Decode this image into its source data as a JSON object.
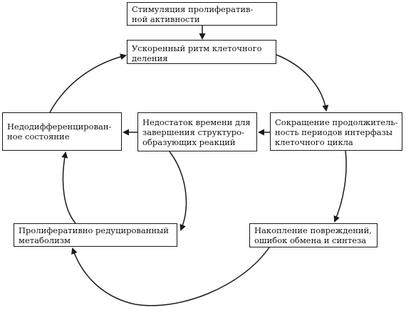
{
  "boxes": {
    "stimulation": {
      "line1": "Стимуляция пролифератив-",
      "line2": "ной активности"
    },
    "accelerated_rhythm": {
      "line1": "Ускоренный ритм клеточного",
      "line2": "деления"
    },
    "undifferentiated": {
      "line1": "Недодифференцирован-",
      "line2": "ное состояние"
    },
    "time_shortage": {
      "line1": "Недостаток времени для",
      "line2": "завершения структуро-",
      "line3": "образующих реакций"
    },
    "interphase_shortening": {
      "line1": "Сокращение продолжитель-",
      "line2": "ность периодов интерфазы",
      "line3": "клеточного цикла"
    },
    "proliferative_metabolism": {
      "line1": "Пролиферативно редуцированный",
      "line2": "метаболизм"
    },
    "damage_accumulation": {
      "line1": "Накопление повреждений,",
      "line2": "ошибок обмена и синтеза"
    }
  }
}
